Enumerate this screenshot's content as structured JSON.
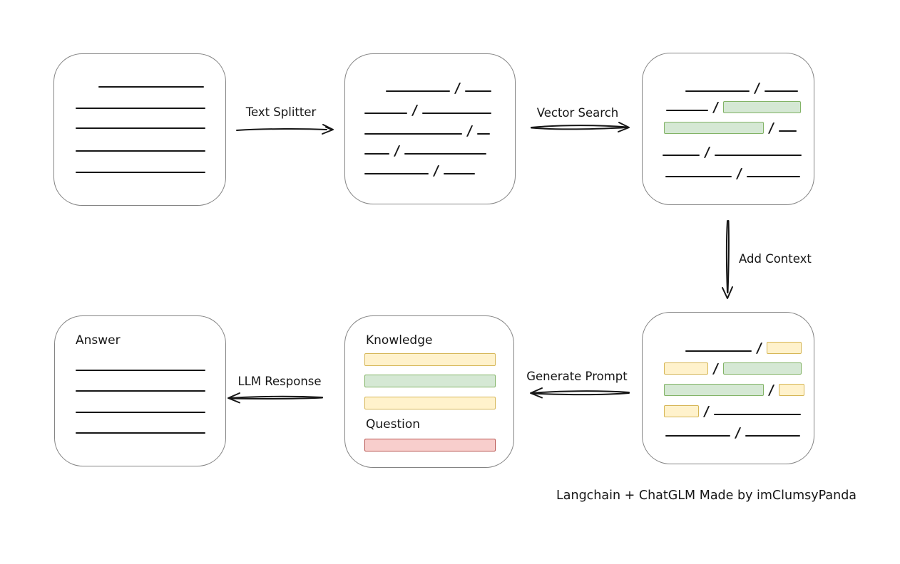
{
  "colors": {
    "ink": "#161616",
    "box-stroke": "#848484",
    "green-fill": "#d5e8d4",
    "green-stroke": "#82b366",
    "yellow-fill": "#fff2cc",
    "yellow-stroke": "#d6b656",
    "red-fill": "#f8cecc",
    "red-stroke": "#b85450"
  },
  "glyphs": {
    "slash": "/"
  },
  "arrows": {
    "text_splitter": {
      "label": "Text Splitter"
    },
    "vector_search": {
      "label": "Vector Search"
    },
    "add_context": {
      "label": "Add Context"
    },
    "generate_prompt": {
      "label": "Generate Prompt"
    },
    "llm_response": {
      "label": "LLM Response"
    }
  },
  "boxes": {
    "prompt": {
      "knowledge_label": "Knowledge",
      "question_label": "Question"
    },
    "answer": {
      "title": "Answer"
    }
  },
  "caption": "Langchain + ChatGLM Made by imClumsyPanda"
}
